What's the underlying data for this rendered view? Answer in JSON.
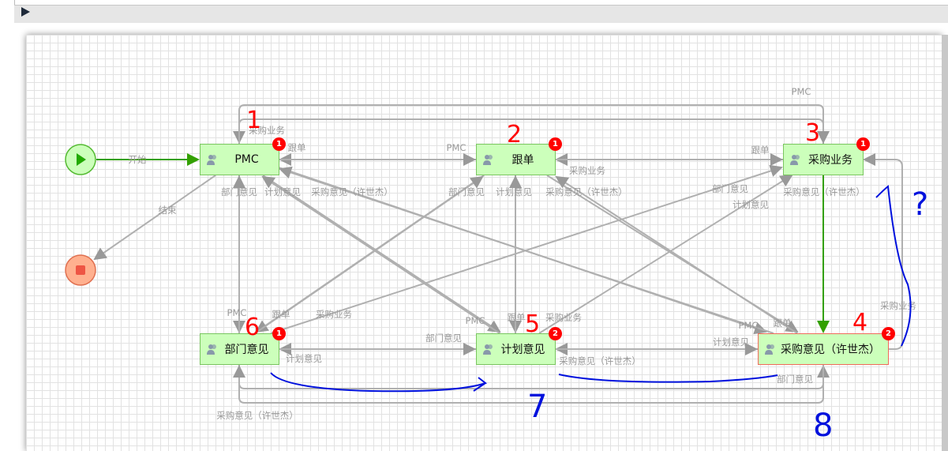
{
  "toolbar": {
    "run_icon": "play-icon"
  },
  "nodes": {
    "start": {
      "icon": "play-icon",
      "color": "#22aa00"
    },
    "end": {
      "icon": "stop-icon",
      "color": "#ee5544"
    },
    "pmc": {
      "label": "PMC",
      "badge": "1"
    },
    "gendan": {
      "label": "跟单",
      "badge": "1"
    },
    "caigou_yewu": {
      "label": "采购业务",
      "badge": "1"
    },
    "bumen": {
      "label": "部门意见",
      "badge": "1"
    },
    "jihua": {
      "label": "计划意见",
      "badge": "2"
    },
    "caigou_yijian": {
      "label": "采购意见（许世杰）",
      "badge": "2"
    }
  },
  "edge_labels": [
    "开始",
    "结束",
    "采购业务",
    "跟单",
    "部门意见",
    "计划意见",
    "采购意见（许世杰）",
    "PMC",
    "采购业务",
    "部门意见",
    "计划意见",
    "采购意见（许世杰）",
    "PMC",
    "跟单",
    "部门意见",
    "采购意见（许世杰）",
    "计划意见",
    "PMC",
    "跟单",
    "采购业务",
    "计划意见",
    "部门意见",
    "PMC",
    "跟单",
    "采购业务",
    "采购意见（许世杰）",
    "PMC",
    "跟单",
    "计划意见",
    "采购业务",
    "部门意见",
    "采购意见（许世杰）"
  ],
  "annotations": {
    "red": [
      "1",
      "2",
      "3",
      "4",
      "5",
      "6"
    ],
    "blue": [
      "7",
      "8",
      "?"
    ]
  },
  "colors": {
    "accent": "#33a000",
    "edge": "#aaaaaa",
    "node_fill": "#ccffbb",
    "badge": "#ff0000"
  }
}
